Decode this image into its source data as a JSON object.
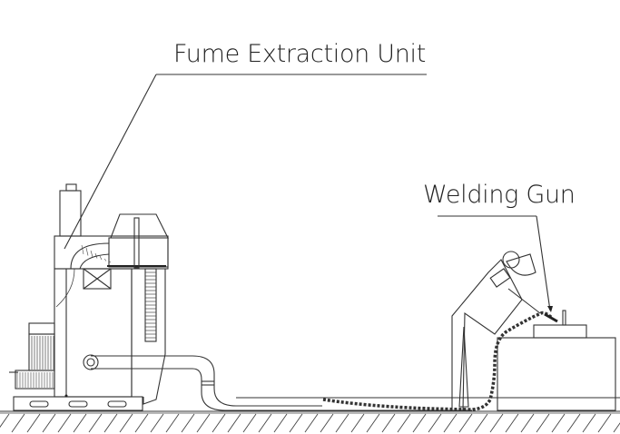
{
  "diagram": {
    "labels": {
      "fume_extraction_unit": "Fume Extraction Unit",
      "welding_gun": "Welding Gun"
    },
    "components": [
      "fume-extraction-unit",
      "motor-fan",
      "filter-cartridge",
      "extraction-hose",
      "welder-operator",
      "welding-torch-cable",
      "workbench",
      "workpiece",
      "floor"
    ],
    "colors": {
      "line": "#333333",
      "background": "#ffffff"
    }
  }
}
